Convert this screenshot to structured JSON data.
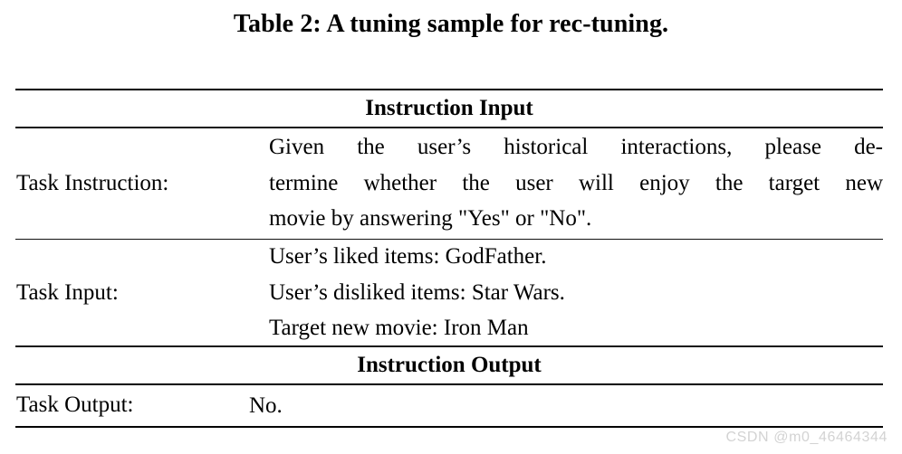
{
  "caption": {
    "text": "Table 2: A tuning sample for rec-tuning."
  },
  "table": {
    "sections": [
      {
        "header": "Instruction Input"
      },
      {
        "header": "Instruction Output"
      }
    ],
    "rows": {
      "task_instruction": {
        "label": "Task Instruction:",
        "line1": "Given the user’s historical interactions, please de-",
        "line2": "termine whether the user will enjoy the target new",
        "line3": "movie by answering \"Yes\" or \"No\"."
      },
      "task_input": {
        "label": "Task Input:",
        "line1": "User’s liked items: GodFather.",
        "line2": "User’s disliked items: Star Wars.",
        "line3": "Target new movie: Iron Man"
      },
      "task_output": {
        "label": "Task Output:",
        "value": "No."
      }
    }
  },
  "watermark": {
    "text": "CSDN @m0_46464344"
  },
  "colors": {
    "text": "#000000",
    "rule": "#000000",
    "background": "#ffffff",
    "watermark": "#d3d3d3"
  }
}
